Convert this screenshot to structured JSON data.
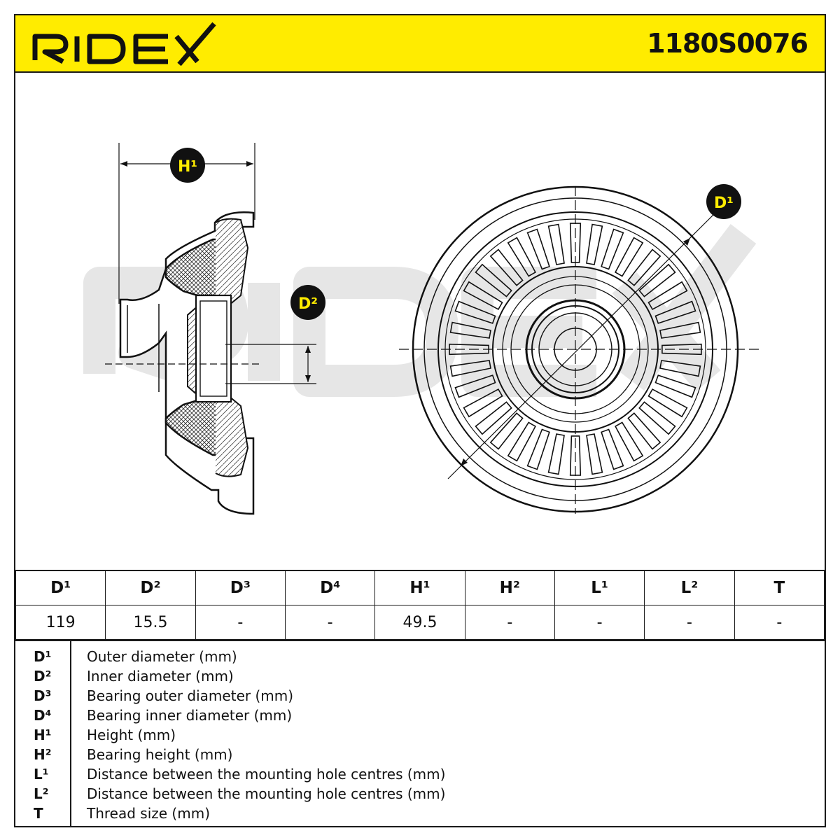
{
  "brand": "RIDEX",
  "part_number": "1180S0076",
  "diagram": {
    "callouts": {
      "h1": "H¹",
      "d1": "D¹",
      "d2": "D²"
    },
    "watermark": "RIDEX"
  },
  "spec_table": {
    "headers": [
      "D¹",
      "D²",
      "D³",
      "D⁴",
      "H¹",
      "H²",
      "L¹",
      "L²",
      "T"
    ],
    "values": [
      "119",
      "15.5",
      "-",
      "-",
      "49.5",
      "-",
      "-",
      "-",
      "-"
    ]
  },
  "legend": [
    {
      "key": "D¹",
      "desc": "Outer diameter (mm)"
    },
    {
      "key": "D²",
      "desc": "Inner diameter (mm)"
    },
    {
      "key": "D³",
      "desc": "Bearing outer diameter (mm)"
    },
    {
      "key": "D⁴",
      "desc": "Bearing inner diameter (mm)"
    },
    {
      "key": "H¹",
      "desc": "Height (mm)"
    },
    {
      "key": "H²",
      "desc": "Bearing height (mm)"
    },
    {
      "key": "L¹",
      "desc": "Distance between the mounting hole centres (mm)"
    },
    {
      "key": "L²",
      "desc": "Distance between the mounting hole centres (mm)"
    },
    {
      "key": "T",
      "desc": "Thread size (mm)"
    }
  ],
  "colors": {
    "header_yellow": "#ffec00",
    "callout_fill": "#111111",
    "callout_text": "#ffec00",
    "watermark": "#e8e8e8"
  }
}
